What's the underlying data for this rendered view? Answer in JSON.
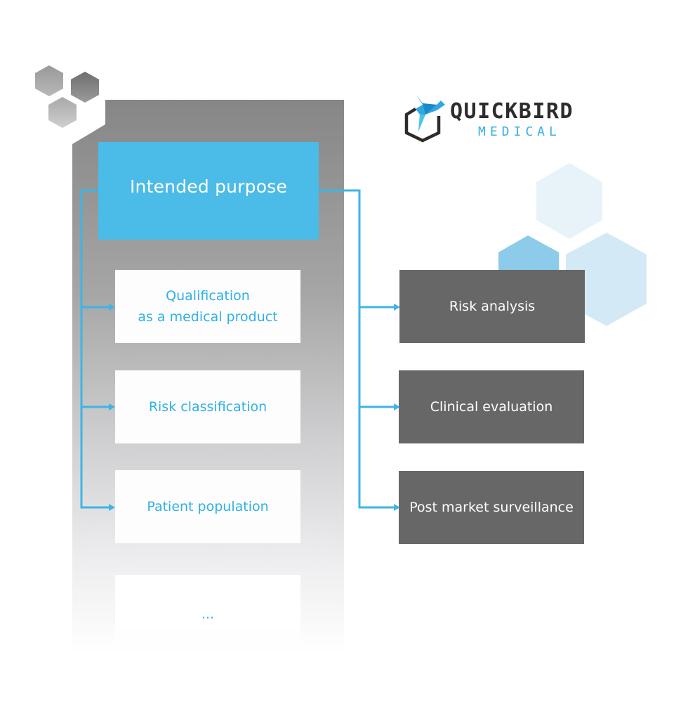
{
  "logo": {
    "brand": "QUICKBIRD",
    "subbrand": "MEDICAL",
    "colors": {
      "brand_text": "#2c2c2c",
      "subbrand_text": "#36b0e4",
      "bird": "#2fa8e2"
    }
  },
  "diagram": {
    "root": {
      "label": "Intended purpose",
      "color": "#4bbbe8"
    },
    "left_branch": [
      {
        "label_line1": "Qualification",
        "label_line2": "as a medical product"
      },
      {
        "label": "Risk classification"
      },
      {
        "label": "Patient population"
      },
      {
        "label": "..."
      }
    ],
    "right_branch": [
      {
        "label": "Risk analysis"
      },
      {
        "label": "Clinical evaluation"
      },
      {
        "label": "Post market surveillance"
      }
    ],
    "colors": {
      "connector": "#3db5e6",
      "left_box_text": "#2fb1e6",
      "right_box_fill": "#676767",
      "column_top": "#868686"
    }
  }
}
